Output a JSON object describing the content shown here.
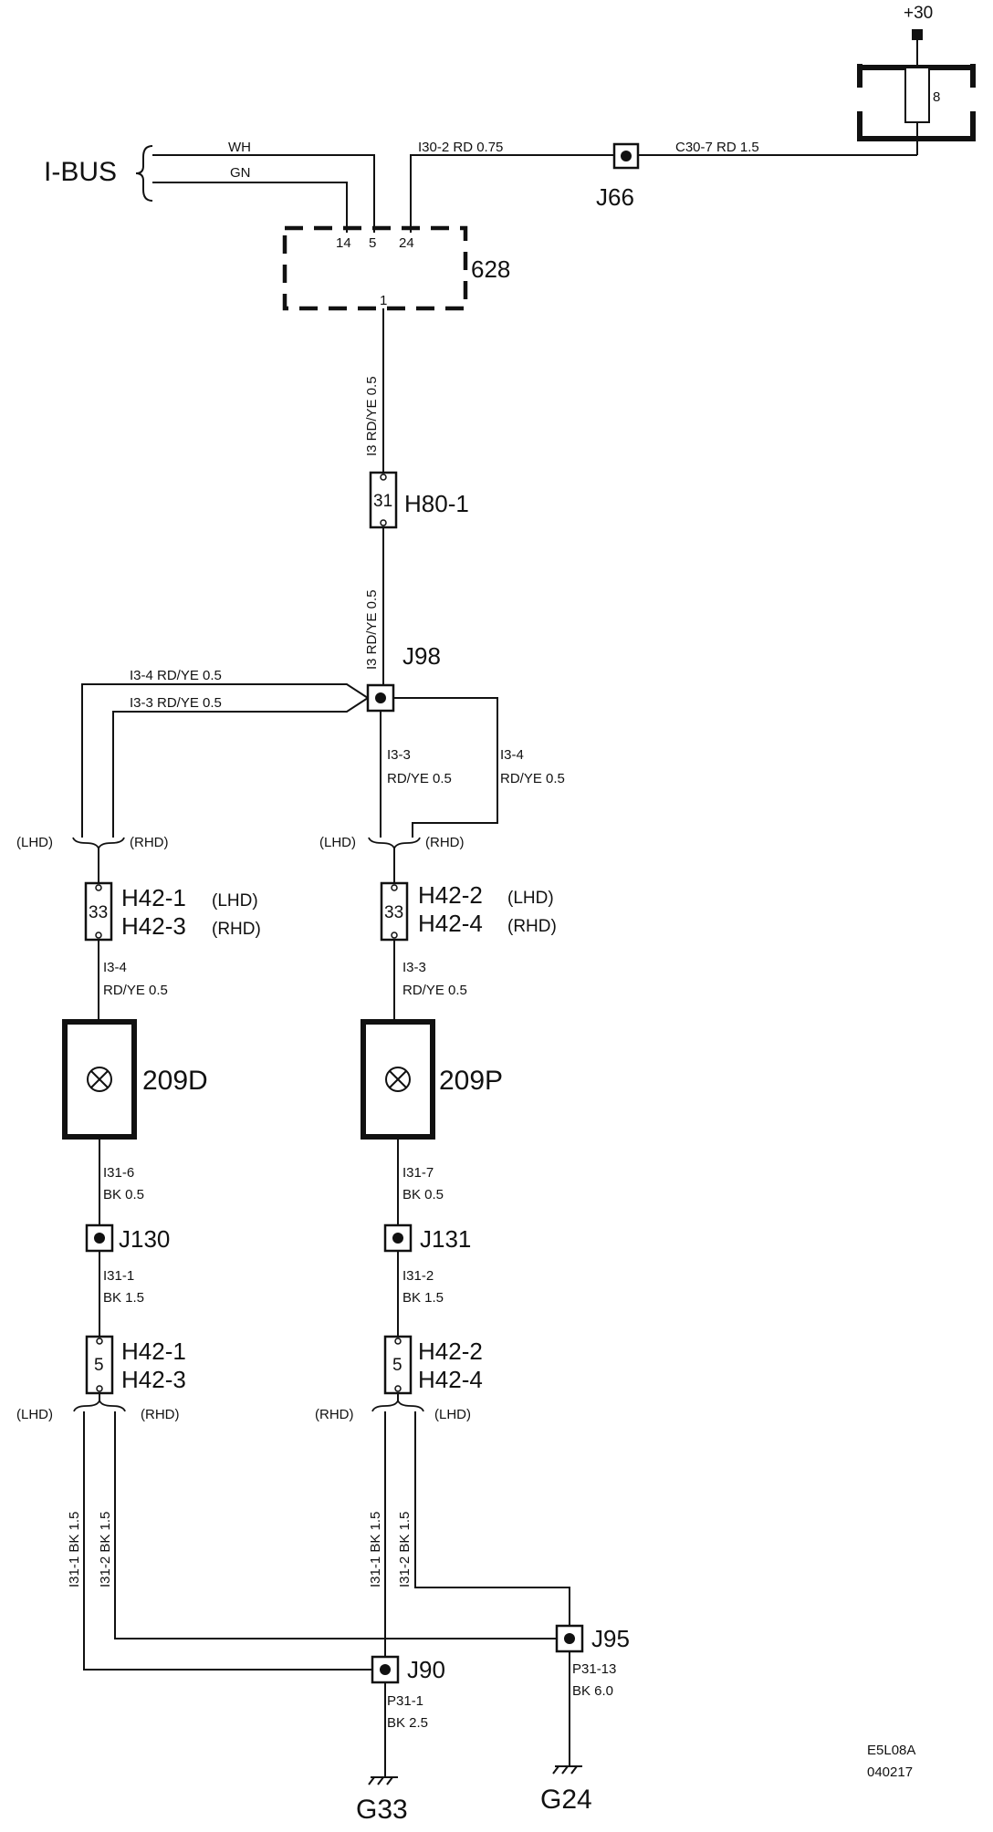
{
  "supply": {
    "plus30": "+30",
    "fuse": "8"
  },
  "ibus": {
    "label": "I-BUS",
    "wh": "WH",
    "gn": "GN"
  },
  "wire_i30": "I30-2  RD  0.75",
  "wire_c30": "C30-7  RD  1.5",
  "j66": "J66",
  "module": {
    "id": "628",
    "pin14": "14",
    "pin5": "5",
    "pin24": "24",
    "pin1": "1"
  },
  "i3_upper": "I3  RD/YE  0.5",
  "h80": {
    "pin": "31",
    "label": "H80-1"
  },
  "i3_lower": "I3  RD/YE  0.5",
  "j98": "J98",
  "left_branch": {
    "i34": "I3-4  RD/YE  0.5",
    "i33": "I3-3  RD/YE  0.5"
  },
  "right_branch": {
    "i33_line1": "I3-3",
    "i33_line2": "RD/YE  0.5",
    "i34_line1": "I3-4",
    "i34_line2": "RD/YE  0.5"
  },
  "lhd": "(LHD)",
  "rhd": "(RHD)",
  "left_col": {
    "h42_pin": "33",
    "h42_top": "H42-1",
    "h42_top_tag": "(LHD)",
    "h42_bot": "H42-3",
    "h42_bot_tag": "(RHD)",
    "w1_line1": "I3-4",
    "w1_line2": "RD/YE 0.5",
    "lamp": "209D",
    "w2_line1": "I31-6",
    "w2_line2": "BK 0.5",
    "junction": "J130",
    "w3_line1": "I31-1",
    "w3_line2": "BK  1.5",
    "h42b_pin": "5",
    "h42b_top": "H42-1",
    "h42b_bot": "H42-3",
    "gnd_a": "I31-1  BK  1.5",
    "gnd_b": "I31-2  BK  1.5"
  },
  "right_col": {
    "h42_pin": "33",
    "h42_top": "H42-2",
    "h42_top_tag": "(LHD)",
    "h42_bot": "H42-4",
    "h42_bot_tag": "(RHD)",
    "w1_line1": "I3-3",
    "w1_line2": "RD/YE 0.5",
    "lamp": "209P",
    "w2_line1": "I31-7",
    "w2_line2": "BK 0.5",
    "junction": "J131",
    "w3_line1": "I31-2",
    "w3_line2": "BK  1.5",
    "h42b_pin": "5",
    "h42b_top": "H42-2",
    "h42b_bot": "H42-4",
    "gnd_a": "I31-1  BK  1.5",
    "gnd_b": "I31-2  BK  1.5"
  },
  "j90": "J90",
  "j95": "J95",
  "p31_1_line1": "P31-1",
  "p31_1_line2": "BK  2.5",
  "p31_13_line1": "P31-13",
  "p31_13_line2": "BK  6.0",
  "g33": "G33",
  "g24": "G24",
  "doc_code": "E5L08A",
  "doc_date": "040217"
}
